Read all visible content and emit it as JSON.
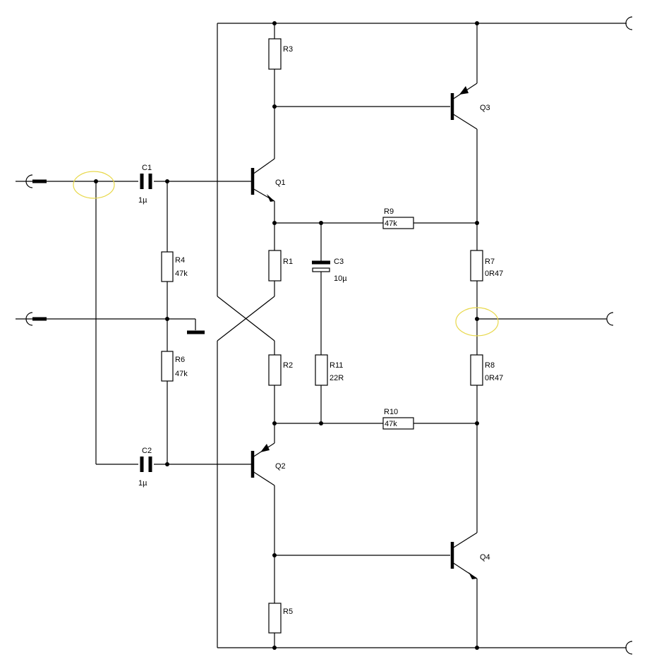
{
  "components": {
    "q1": {
      "name": "Q1",
      "value": ""
    },
    "q2": {
      "name": "Q2",
      "value": ""
    },
    "q3": {
      "name": "Q3",
      "value": ""
    },
    "q4": {
      "name": "Q4",
      "value": ""
    },
    "c1": {
      "name": "C1",
      "value": "1µ"
    },
    "c2": {
      "name": "C2",
      "value": "1µ"
    },
    "c3": {
      "name": "C3",
      "value": "10µ"
    },
    "r1": {
      "name": "R1",
      "value": ""
    },
    "r2": {
      "name": "R2",
      "value": ""
    },
    "r3": {
      "name": "R3",
      "value": ""
    },
    "r4": {
      "name": "R4",
      "value": "47k"
    },
    "r5": {
      "name": "R5",
      "value": ""
    },
    "r6": {
      "name": "R6",
      "value": "47k"
    },
    "r7": {
      "name": "R7",
      "value": "0R47"
    },
    "r8": {
      "name": "R8",
      "value": "0R47"
    },
    "r9": {
      "name": "R9",
      "value": "47k"
    },
    "r10": {
      "name": "R10",
      "value": "47k"
    },
    "r11": {
      "name": "R11",
      "value": "22R"
    }
  },
  "colors": {
    "wire": "#000000",
    "highlight": "#e8d84a",
    "background": "#ffffff"
  }
}
